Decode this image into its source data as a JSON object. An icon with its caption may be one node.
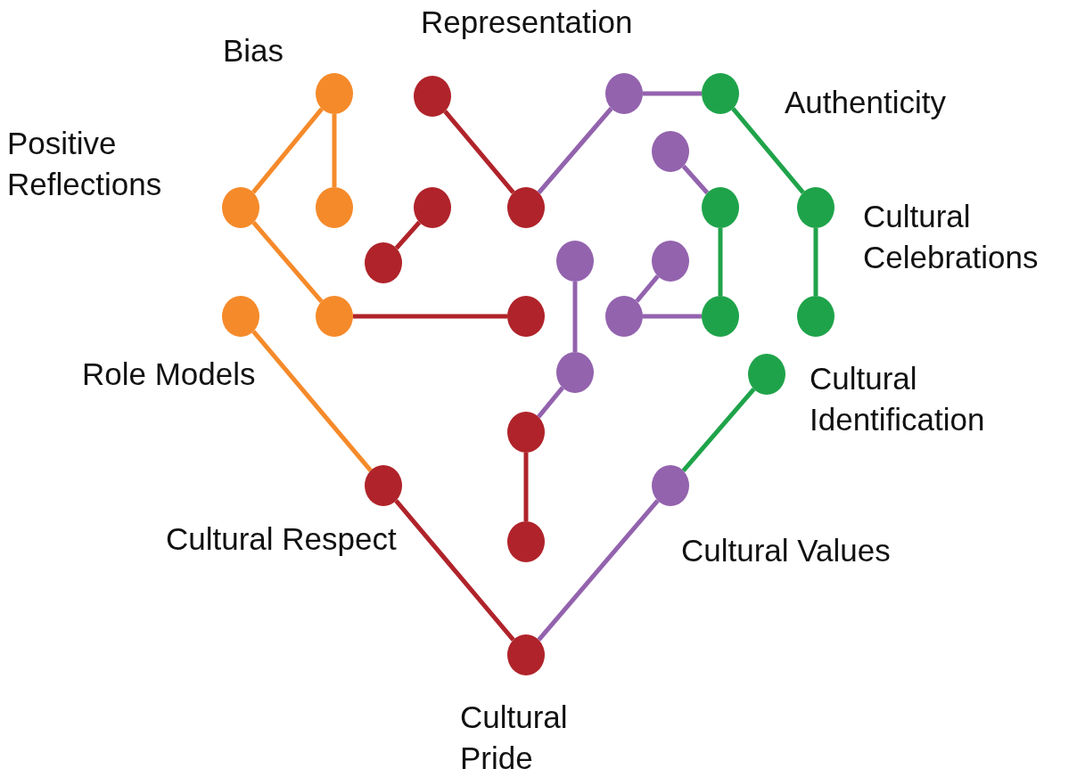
{
  "diagram": {
    "nodes": [
      {
        "text": [],
        "shape": "circle"
      },
      {
        "text": [],
        "shape": "circle"
      },
      {
        "text": [],
        "shape": "circle"
      },
      {
        "text": [],
        "shape": "circle"
      },
      {
        "text": [],
        "shape": "circle"
      },
      {
        "text": [],
        "shape": "circle"
      },
      {
        "text": [],
        "shape": "circle"
      },
      {
        "text": [],
        "shape": "circle"
      },
      {
        "text": [],
        "shape": "circle"
      },
      {
        "text": [],
        "shape": "circle"
      },
      {
        "text": [],
        "shape": "circle"
      },
      {
        "text": [],
        "shape": "circle"
      },
      {
        "text": [],
        "shape": "circle"
      },
      {
        "text": [],
        "shape": "circle"
      },
      {
        "text": [],
        "shape": "circle"
      },
      {
        "text": [],
        "shape": "circle"
      },
      {
        "text": [],
        "shape": "circle"
      },
      {
        "text": [],
        "shape": "circle"
      },
      {
        "text": [],
        "shape": "circle"
      },
      {
        "text": [],
        "shape": "circle"
      },
      {
        "text": [],
        "shape": "circle"
      },
      {
        "text": [],
        "shape": "circle"
      },
      {
        "text": [],
        "shape": "circle"
      },
      {
        "text": [],
        "shape": "circle"
      },
      {
        "text": [],
        "shape": "circle"
      },
      {
        "text": [],
        "shape": "circle"
      },
      {
        "text": [],
        "shape": "circle"
      }
    ],
    "edges": [
      {
        "from": 0,
        "to": 5,
        "arrow": "none",
        "color": "#f58a2a"
      },
      {
        "from": 0,
        "to": 6,
        "arrow": "none",
        "color": "#f58a2a"
      },
      {
        "from": 5,
        "to": 15,
        "arrow": "none",
        "color": "#f58a2a"
      },
      {
        "from": 14,
        "to": 23,
        "arrow": "none",
        "color": "#f58a2a"
      },
      {
        "from": 1,
        "to": 8,
        "arrow": "none",
        "color": "#b0232a"
      },
      {
        "from": 7,
        "to": 11,
        "arrow": "none",
        "color": "#b0232a"
      },
      {
        "from": 15,
        "to": 16,
        "arrow": "none",
        "color": "#b0232a"
      },
      {
        "from": 23,
        "to": 26,
        "arrow": "none",
        "color": "#b0232a"
      },
      {
        "from": 22,
        "to": 25,
        "arrow": "none",
        "color": "#b0232a"
      },
      {
        "from": 8,
        "to": 2,
        "arrow": "none",
        "color": "#9363ae"
      },
      {
        "from": 2,
        "to": 3,
        "arrow": "none",
        "color": "#9363ae"
      },
      {
        "from": 4,
        "to": 9,
        "arrow": "none",
        "color": "#9363ae"
      },
      {
        "from": 12,
        "to": 21,
        "arrow": "none",
        "color": "#9363ae"
      },
      {
        "from": 21,
        "to": 22,
        "arrow": "none",
        "color": "#9363ae"
      },
      {
        "from": 13,
        "to": 17,
        "arrow": "none",
        "color": "#9363ae"
      },
      {
        "from": 17,
        "to": 18,
        "arrow": "none",
        "color": "#9363ae"
      },
      {
        "from": 24,
        "to": 26,
        "arrow": "none",
        "color": "#9363ae"
      },
      {
        "from": 3,
        "to": 10,
        "arrow": "none",
        "color": "#1fa34a"
      },
      {
        "from": 10,
        "to": 19,
        "arrow": "none",
        "color": "#1fa34a"
      },
      {
        "from": 9,
        "to": 18,
        "arrow": "none",
        "color": "#1fa34a"
      },
      {
        "from": 20,
        "to": 24,
        "arrow": "none",
        "color": "#1fa34a"
      }
    ],
    "labels": [
      "Representation",
      "Bias",
      "Authenticity",
      "Positive Reflections",
      "Cultural Celebrations",
      "Role Models",
      "Cultural Identification",
      "Cultural Respect",
      "Cultural Values",
      "Cultural Pride"
    ]
  }
}
